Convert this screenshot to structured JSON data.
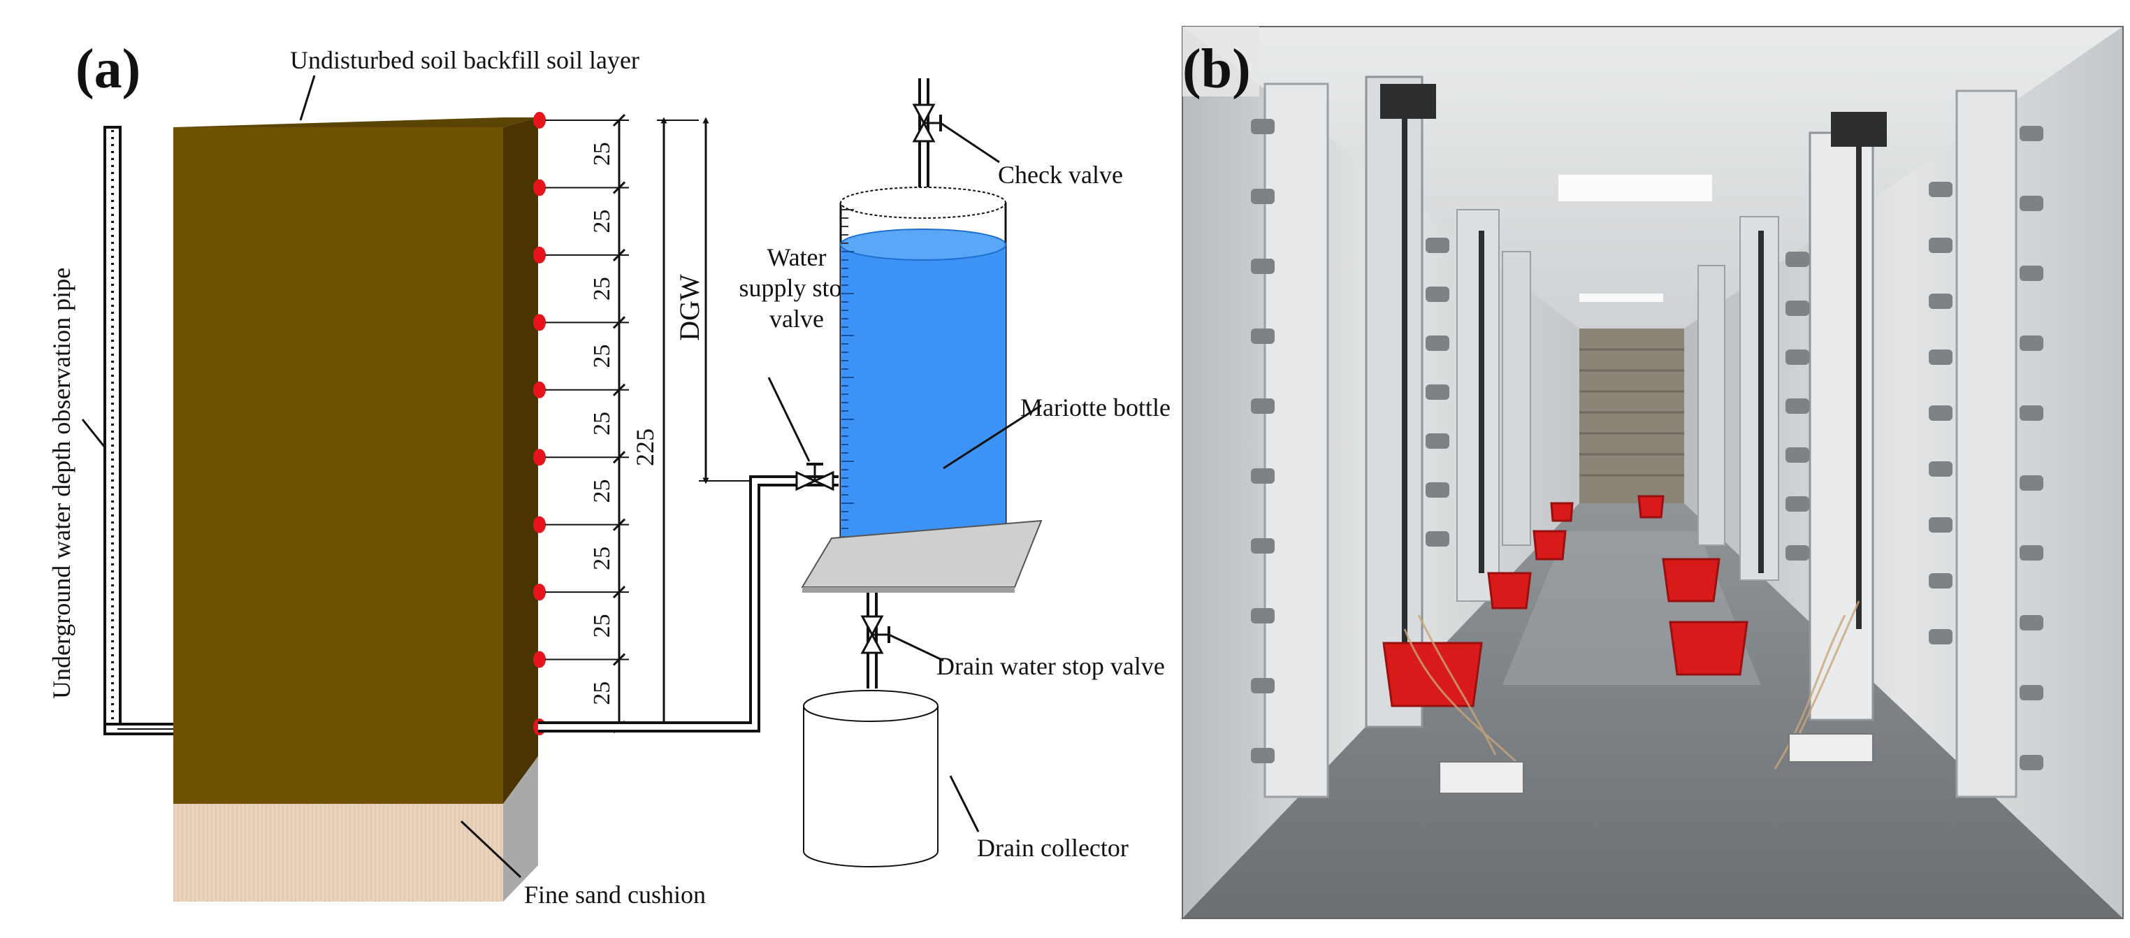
{
  "panels": {
    "a": "(a)",
    "b": "(b)"
  },
  "labels": {
    "soil_layer": "Undisturbed soil backfill soil layer",
    "observation_pipe": "Underground water depth observation pipe",
    "check_valve": "Check valve",
    "water_supply_line1": "Water",
    "water_supply_line2": "supply stop",
    "water_supply_line3": "valve",
    "mariotte": "Mariotte bottle",
    "drain_valve": "Drain water stop valve",
    "drain_collector": "Drain collector",
    "fine_sand": "Fine sand cushion",
    "dgw": "DGW",
    "total": "225"
  },
  "dimensions": {
    "segments": [
      "25",
      "25",
      "25",
      "25",
      "25",
      "25",
      "25",
      "25",
      "25"
    ]
  },
  "colors": {
    "soil_front": "#6e5102",
    "soil_side": "#4a3502",
    "soil_top": "#5c4402",
    "sand": "#ead3bd",
    "sand_side": "#a9a9a9",
    "water": "#3d93f5",
    "sensor": "#e8141c",
    "platform": "#cfcfcf"
  }
}
